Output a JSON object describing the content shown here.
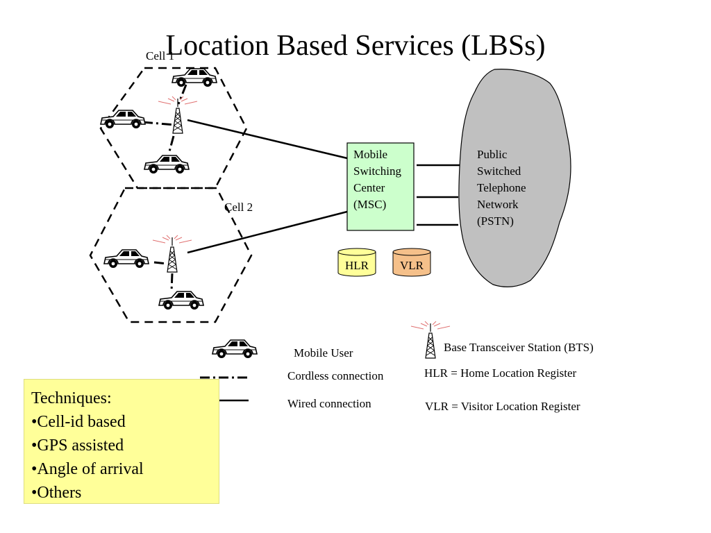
{
  "slide": {
    "title": "Location Based Services (LBSs)"
  },
  "cells": [
    {
      "label": "Cell 1"
    },
    {
      "label": "Cell 2"
    }
  ],
  "msc": {
    "lines": [
      "Mobile",
      "Switching",
      "Center",
      "(MSC)"
    ]
  },
  "pstn": {
    "lines": [
      "Public",
      "Switched",
      "Telephone",
      "Network",
      "(PSTN)"
    ]
  },
  "registers": [
    {
      "label": "HLR",
      "color": "#ffff99"
    },
    {
      "label": "VLR",
      "color": "#f5c08a"
    }
  ],
  "colors": {
    "msc_fill": "#ccffcc",
    "pstn_fill": "#c0c0c0",
    "techniques_fill": "#ffff99"
  },
  "legend": {
    "mobile_user": "Mobile User",
    "cordless": "Cordless connection",
    "wired": "Wired connection",
    "bts": "Base Transceiver Station (BTS)",
    "hlr_def": "HLR = Home Location Register",
    "vlr_def": "VLR = Visitor Location Register"
  },
  "techniques": {
    "heading": "Techniques:",
    "items": [
      "Cell-id based",
      "GPS assisted",
      "Angle of arrival",
      "Others"
    ]
  }
}
